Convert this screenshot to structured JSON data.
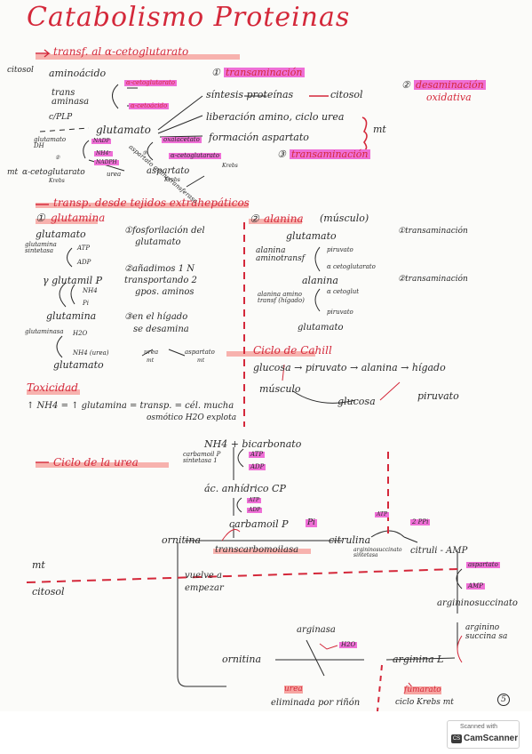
{
  "title": "Catabolismo Proteinas",
  "page_number": "5",
  "sec1": {
    "header": "transf. al α-cetoglutarato",
    "citosol": "citosol",
    "aminoacido": "aminoácido",
    "trans_aminasa": "trans aminasa",
    "plp": "c/PLP",
    "akg": "α-cetoglutarato",
    "acetoacido": "α-cetoácido",
    "glutamato": "glutamato",
    "glutamato_dh": "glutamato DH",
    "nadp": "NADP",
    "nadph": "NADPH",
    "nh4": "NH4⁺",
    "akg_krebs": "α-cetoglutarato",
    "krebs": "Krebs",
    "urea": "urea",
    "aspartato_aminotransf": "aspartato aminotransferasa",
    "oxalacetato": "oxalacetato",
    "akg2": "α-cetoglutarato",
    "krebs2": "Krebs",
    "aspartato": "aspartato",
    "krebs3": "Krebs",
    "n1": "①",
    "transaminacion": "transaminación",
    "sintesis": "síntesis proteínas",
    "citosol2": "citosol",
    "liberacion": "liberación amino, ciclo urea",
    "mt": "mt",
    "formacion": "formación aspartato",
    "n3": "③",
    "transaminacion2": "transaminación",
    "n2": "②",
    "desaminacion": "desaminación",
    "oxidativa": "oxidativa",
    "mt_left": "mt",
    "circ2": "②",
    "circ3": "③"
  },
  "sec2": {
    "header": "transp. desde tejidos extrahepáticos",
    "n1": "①",
    "glutamina": "glutamina",
    "glutamato": "glutamato",
    "glut_sint": "glutamina sintetasa",
    "atp": "ATP",
    "adp": "ADP",
    "gamma": "γ glutamil P",
    "nh4": "NH4",
    "pi": "Pi",
    "glutamina2": "glutamina",
    "glutaminasa": "glutaminasa",
    "h2o": "H2O",
    "nh4urea": "NH4 (urea)",
    "glutamato2": "glutamato",
    "step1": "①fosforilación del",
    "step1b": "glutamato",
    "step2": "②añadimos 1 N",
    "step2b": "transportando 2",
    "step2c": "gpos. aminos",
    "step3": "③en el hígado",
    "step3b": "se desamina",
    "urea": "urea",
    "mt": "mt",
    "aspartato": "aspartato",
    "mt2": "mt",
    "n2": "②",
    "alanina": "alanina",
    "musculo": "(músculo)",
    "glutamato3": "glutamato",
    "trans1": "①transaminación",
    "alanina_aminotransf": "alanina aminotransf",
    "piruvato": "piruvato",
    "akg": "α cetoglutarato",
    "alanina2": "alanina",
    "trans2": "②transaminación",
    "alanina_amino2": "alanina amino transf (hígado)",
    "acetoglut": "α cetoglut",
    "piruvato2": "piruvato",
    "glutamato4": "glutamato",
    "cahill": "Ciclo de Cahill",
    "cahill_line": "glucosa → piruvato → alanina → hígado",
    "musculo2": "músculo",
    "glucosa": "glucosa",
    "piruvato3": "piruvato"
  },
  "toxicidad": {
    "header": "Toxicidad",
    "line1": "↑ NH4 = ↑ glutamina = transp. = cél. mucha",
    "line2": "osmótico  H2O explota"
  },
  "sec3": {
    "header": "Ciclo de la urea",
    "nh4bic": "NH4 + bicarbonato",
    "carbamoil_sint": "carbamoil P sintetasa 1",
    "atp": "ATP",
    "adp": "ADP",
    "ac_anhidrico": "ác. anhídrico CP",
    "atp2": "ATP",
    "adp2": "ADP",
    "carbamoilp": "carbamoil P",
    "pi": "Pi",
    "ornitina": "ornitina",
    "transcarbamoilasa": "transcarbomoilasa",
    "citrulina": "citrulina",
    "atp3": "ATP",
    "ppi": "2 PPi",
    "argsucc_sint": "argininosuccinato sintetasa",
    "citrulamp": "citruli - AMP",
    "mt": "mt",
    "citosol": "citosol",
    "vuelve": "vuelve a",
    "empezar": "empezar",
    "aspartato": "aspartato",
    "amp": "AMP",
    "argsucc": "argininosuccinato",
    "argsuccsa": "arginino succina sa",
    "arginasa": "arginasa",
    "h2o": "H2O",
    "ornitina2": "ornitina",
    "arginina": "arginina L",
    "urea": "urea",
    "eliminada": "eliminada por riñón",
    "fumarato": "fumarato",
    "ciclo_krebs": "ciclo Krebs mt"
  },
  "badge": {
    "line1": "Scanned with",
    "line2": "CamScanner"
  },
  "colors": {
    "accent": "#d4283a",
    "highlight_pink": "#ef6fd6",
    "highlight_salmon": "#f6a5a1"
  }
}
